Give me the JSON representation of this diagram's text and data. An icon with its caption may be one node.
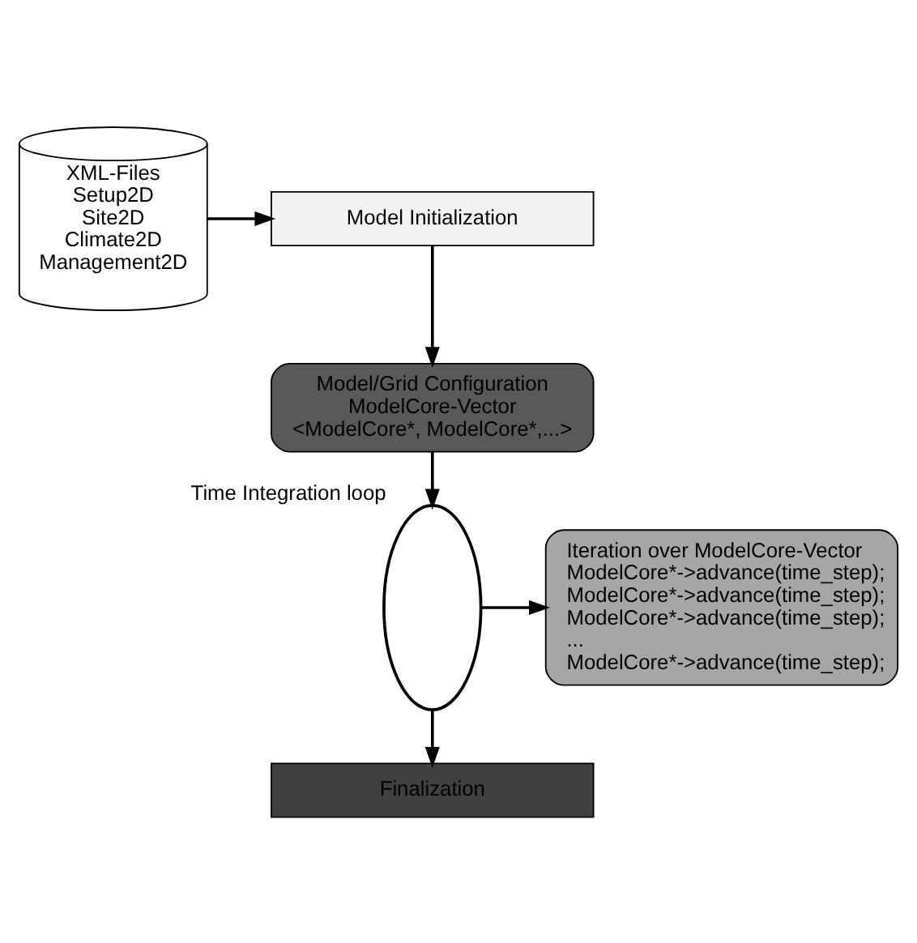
{
  "diagram": {
    "nodes": [
      {
        "text": [
          "Model Initialization"
        ]
      },
      {
        "text": [
          "XML-Files",
          "Setup2D",
          "Site2D",
          "Climate2D",
          "Management2D"
        ]
      },
      {
        "text": [
          "Model/Grid Configuration",
          "ModelCore-Vector",
          "<ModelCore*, ModelCore*,...>"
        ]
      },
      {
        "text": [],
        "shape": "ellipse",
        "beside": [
          "Time Integration loop"
        ]
      },
      {
        "text": [
          "Iteration over ModelCore-Vector",
          "ModelCore*->advance(time_step);",
          "ModelCore*->advance(time_step);",
          "ModelCore*->advance(time_step);",
          "...",
          "ModelCore*->advance(time_step);"
        ]
      },
      {
        "text": [
          "Finalization"
        ]
      }
    ],
    "edges": [
      {
        "from": 1,
        "to": 0,
        "arrow": "to"
      },
      {
        "from": 0,
        "to": 2,
        "arrow": "to"
      },
      {
        "from": 2,
        "to": 3,
        "arrow": "to"
      },
      {
        "from": 3,
        "to": 4,
        "arrow": "to"
      },
      {
        "from": 3,
        "to": 5,
        "arrow": "to"
      }
    ]
  }
}
